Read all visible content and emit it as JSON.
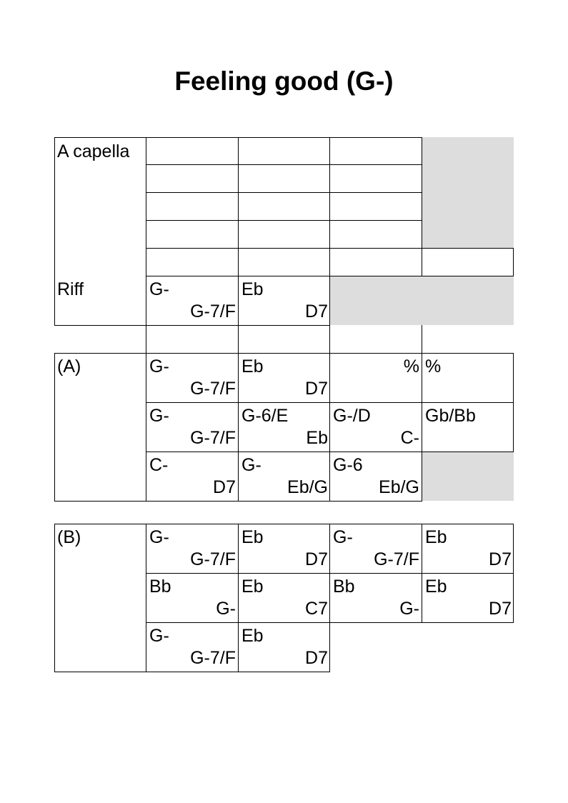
{
  "title": "Feeling good (G-)",
  "intro": {
    "a_capella_label": "A capella",
    "riff_label": "Riff",
    "riff_chords": [
      {
        "top": "G-",
        "bottom": "G-7/F"
      },
      {
        "top": "Eb",
        "bottom": "D7"
      }
    ]
  },
  "section_a": {
    "label": "(A)",
    "rows": [
      [
        {
          "top": "G-",
          "bottom": "G-7/F"
        },
        {
          "top": "Eb",
          "bottom": "D7"
        },
        {
          "top_right": "%"
        },
        {
          "top": "%"
        }
      ],
      [
        {
          "top": "G-",
          "bottom": "G-7/F"
        },
        {
          "top": "G-6/E",
          "bottom": "Eb"
        },
        {
          "top": "G-/D",
          "bottom": "C-"
        },
        {
          "top": "Gb/Bb"
        }
      ],
      [
        {
          "top": "C-",
          "bottom": "D7"
        },
        {
          "top": "G-",
          "bottom": "Eb/G"
        },
        {
          "top": "G-6",
          "bottom": "Eb/G"
        }
      ]
    ]
  },
  "section_b": {
    "label": "(B)",
    "rows": [
      [
        {
          "top": "G-",
          "bottom": "G-7/F"
        },
        {
          "top": "Eb",
          "bottom": "D7"
        },
        {
          "top": "G-",
          "bottom": "G-7/F"
        },
        {
          "top": "Eb",
          "bottom": "D7"
        }
      ],
      [
        {
          "top": "Bb",
          "bottom": "G-"
        },
        {
          "top": "Eb",
          "bottom": "C7"
        },
        {
          "top": "Bb",
          "bottom": "G-"
        },
        {
          "top": "Eb",
          "bottom": "D7"
        }
      ],
      [
        {
          "top": "G-",
          "bottom": "G-7/F"
        },
        {
          "top": "Eb",
          "bottom": "D7"
        }
      ]
    ]
  }
}
